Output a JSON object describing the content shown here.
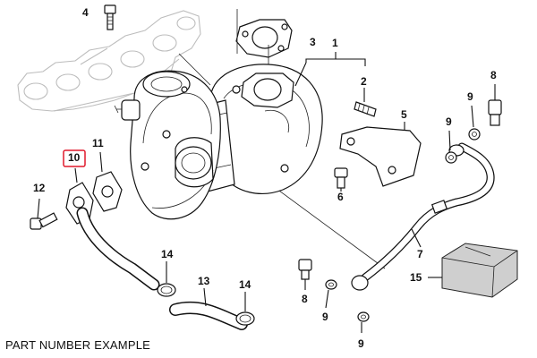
{
  "caption": "PART NUMBER EXAMPLE",
  "highlight_color": "#e0192b",
  "callouts": {
    "c1": "1",
    "c2": "2",
    "c3": "3",
    "c4": "4",
    "c5": "5",
    "c6": "6",
    "c7": "7",
    "c8a": "8",
    "c8b": "8",
    "c9a": "9",
    "c9b": "9",
    "c9c": "9",
    "c9d": "9",
    "c10": "10",
    "c11": "11",
    "c12": "12",
    "c13": "13",
    "c14a": "14",
    "c14b": "14",
    "c15": "15"
  }
}
